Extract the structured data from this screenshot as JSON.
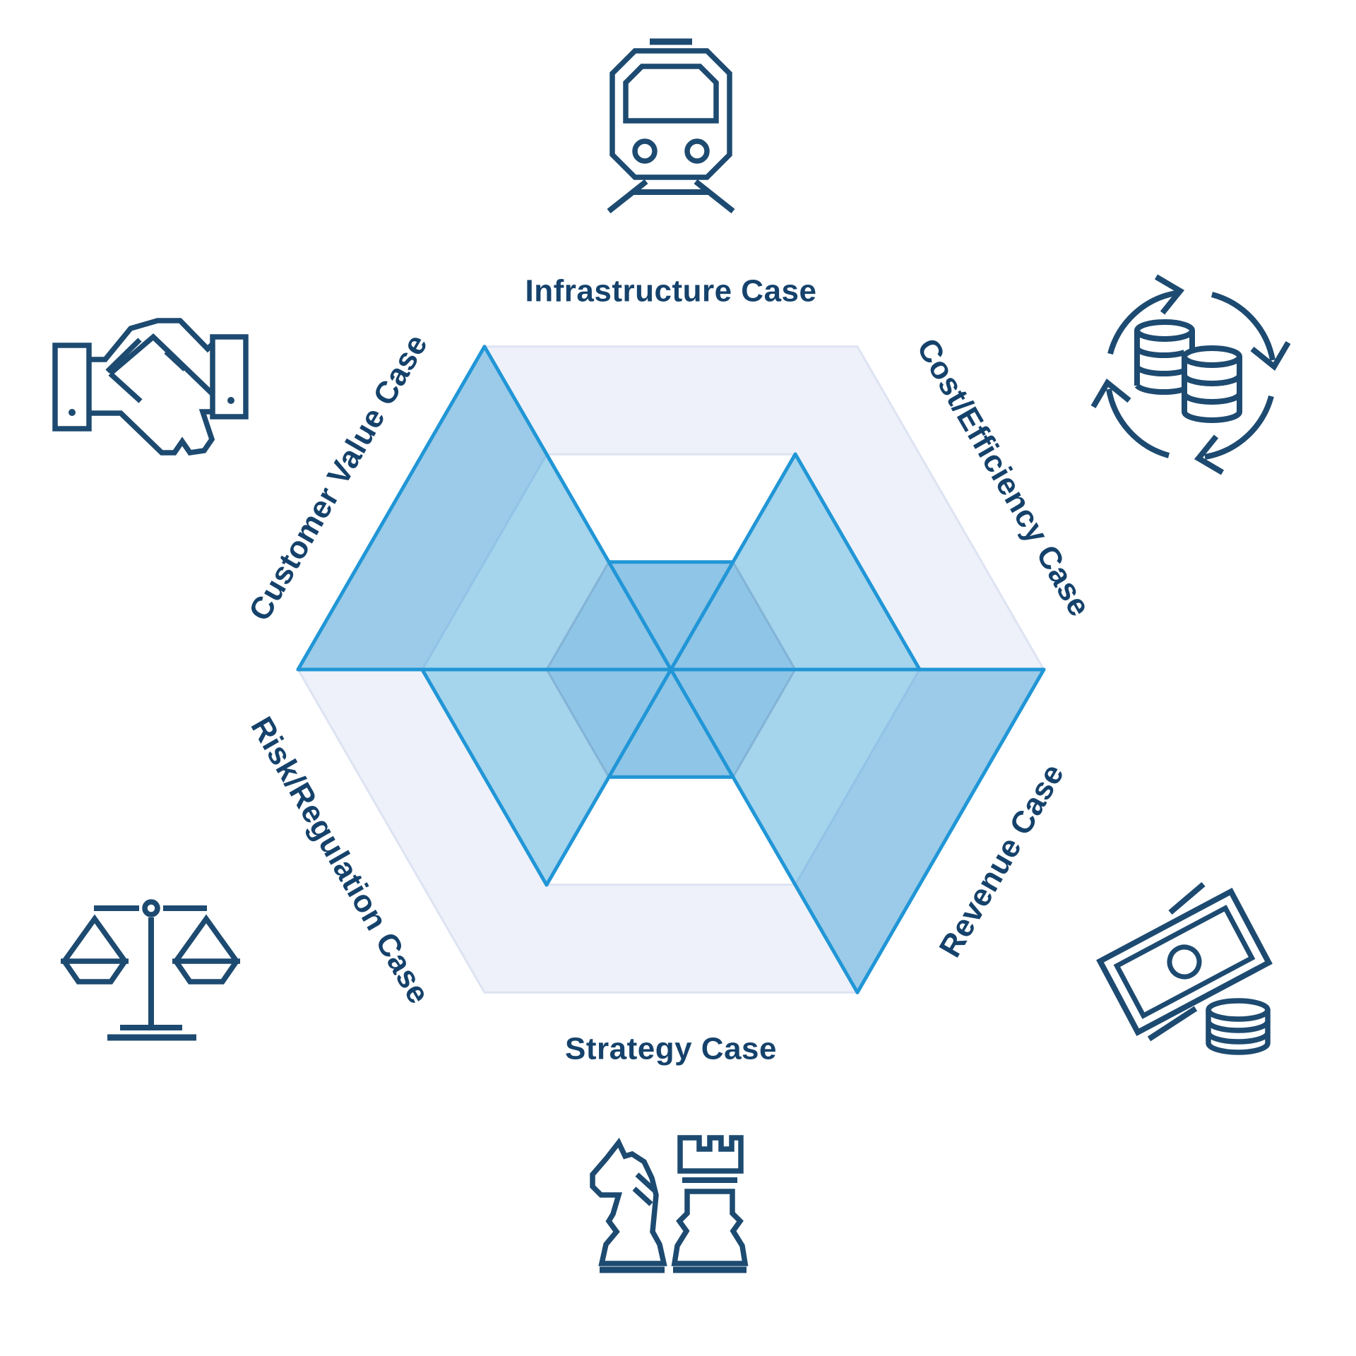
{
  "chart_data": {
    "type": "radar",
    "style": "hexagon-sector-star",
    "title": "",
    "rings": [
      0.333,
      0.667,
      1.0
    ],
    "grid": "hexagonal, levels at 1/3, 2/3 and 1 of radius; outer ring band shaded",
    "legend_position": "none",
    "sectors": [
      {
        "label": "Infrastructure Case",
        "value": 0.333,
        "icon": "train-icon"
      },
      {
        "label": "Cost/Efficiency Case",
        "value": 0.667,
        "icon": "cycle-coins-icon"
      },
      {
        "label": "Revenue Case",
        "value": 1.0,
        "icon": "banknote-coins-icon"
      },
      {
        "label": "Strategy Case",
        "value": 0.333,
        "icon": "chess-pieces-icon"
      },
      {
        "label": "Risk/Regulation Case",
        "value": 0.667,
        "icon": "balance-scale-icon"
      },
      {
        "label": "Customer Value Case",
        "value": 1.0,
        "icon": "handshake-icon"
      }
    ],
    "icons": [
      "train-icon",
      "cycle-coins-icon",
      "banknote-coins-icon",
      "chess-pieces-icon",
      "balance-scale-icon",
      "handshake-icon"
    ],
    "colors": {
      "accent": "#2196d6",
      "fill": "rgba(30,148,210,0.40)",
      "center_fill": "#8fc5e7",
      "center_edge": "rgba(110,155,195,0.50)",
      "ring_fill": "#eef1f9",
      "ring_stroke": "#dde3f2",
      "label": "#15426b",
      "icon": "#1d4a70"
    }
  }
}
